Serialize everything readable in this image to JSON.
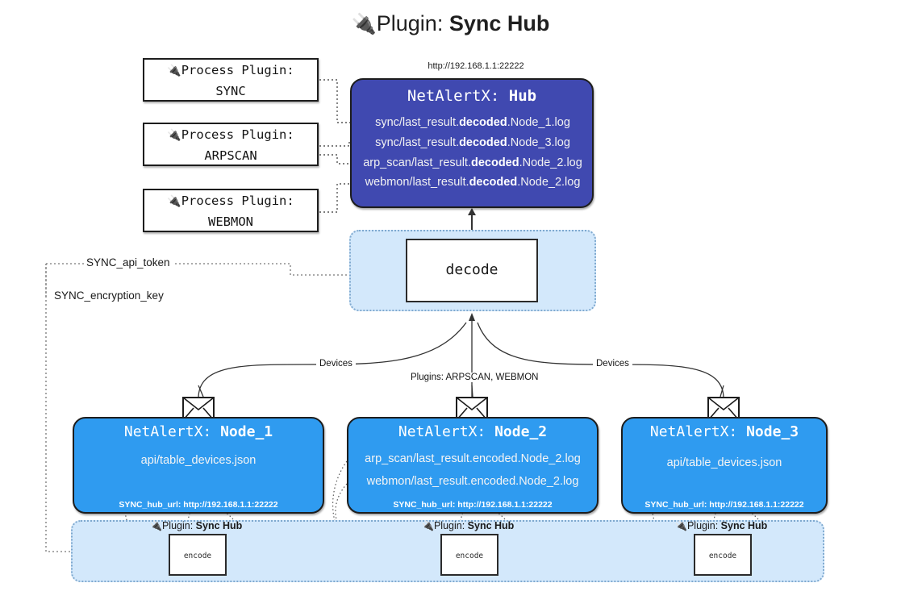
{
  "title": {
    "icon": "plug-icon",
    "prefix": "Plugin: ",
    "name": "Sync Hub",
    "glyph": "🔌"
  },
  "hub": {
    "url": "http://192.168.1.1:22222",
    "title_prefix": "NetAlertX: ",
    "title_name": "Hub",
    "color": "#4049b0",
    "lines": [
      {
        "pre": "sync/last_result.",
        "em": "decoded",
        "post": ".Node_1.log"
      },
      {
        "pre": "sync/last_result.",
        "em": "decoded",
        "post": ".Node_3.log"
      },
      {
        "pre": "arp_scan/last_result.",
        "em": "decoded",
        "post": ".Node_2.log"
      },
      {
        "pre": "webmon/last_result.",
        "em": "decoded",
        "post": ".Node_2.log"
      }
    ]
  },
  "process_plugins": [
    {
      "glyph": "🔌",
      "label": "Process Plugin:",
      "name": "SYNC"
    },
    {
      "glyph": "🔌",
      "label": "Process Plugin:",
      "name": "ARPSCAN"
    },
    {
      "glyph": "🔌",
      "label": "Process Plugin:",
      "name": "WEBMON"
    }
  ],
  "decode": {
    "label": "decode",
    "container_color": "#d3e8fb"
  },
  "tokens": [
    {
      "label": "SYNC_api_token"
    },
    {
      "label": "SYNC_encryption_key"
    }
  ],
  "edge_labels": {
    "devices_left": "Devices",
    "devices_right": "Devices",
    "plugins_center": "Plugins: ARPSCAN, WEBMON"
  },
  "nodes": [
    {
      "title_prefix": "NetAlertX: ",
      "title_name": "Node_1",
      "lines": [
        "api/table_devices.json"
      ],
      "url_key": "SYNC_hub_url: ",
      "url": "http://192.168.1.1:22222",
      "color": "#2f9bf0",
      "mail_icon": "envelope-icon"
    },
    {
      "title_prefix": "NetAlertX: ",
      "title_name": "Node_2",
      "lines": [
        "arp_scan/last_result.encoded.Node_2.log",
        "webmon/last_result.encoded.Node_2.log"
      ],
      "url_key": "SYNC_hub_url: ",
      "url": "http://192.168.1.1:22222",
      "color": "#2f9bf0",
      "mail_icon": "envelope-icon"
    },
    {
      "title_prefix": "NetAlertX: ",
      "title_name": "Node_3",
      "lines": [
        "api/table_devices.json"
      ],
      "url_key": "SYNC_hub_url: ",
      "url": "http://192.168.1.1:22222",
      "color": "#2f9bf0",
      "mail_icon": "envelope-icon"
    }
  ],
  "encoders": [
    {
      "glyph": "🔌",
      "caption_prefix": "Plugin: ",
      "caption_name": "Sync Hub",
      "label": "encode"
    },
    {
      "glyph": "🔌",
      "caption_prefix": "Plugin: ",
      "caption_name": "Sync Hub",
      "label": "encode"
    },
    {
      "glyph": "🔌",
      "caption_prefix": "Plugin: ",
      "caption_name": "Sync Hub",
      "label": "encode"
    }
  ]
}
